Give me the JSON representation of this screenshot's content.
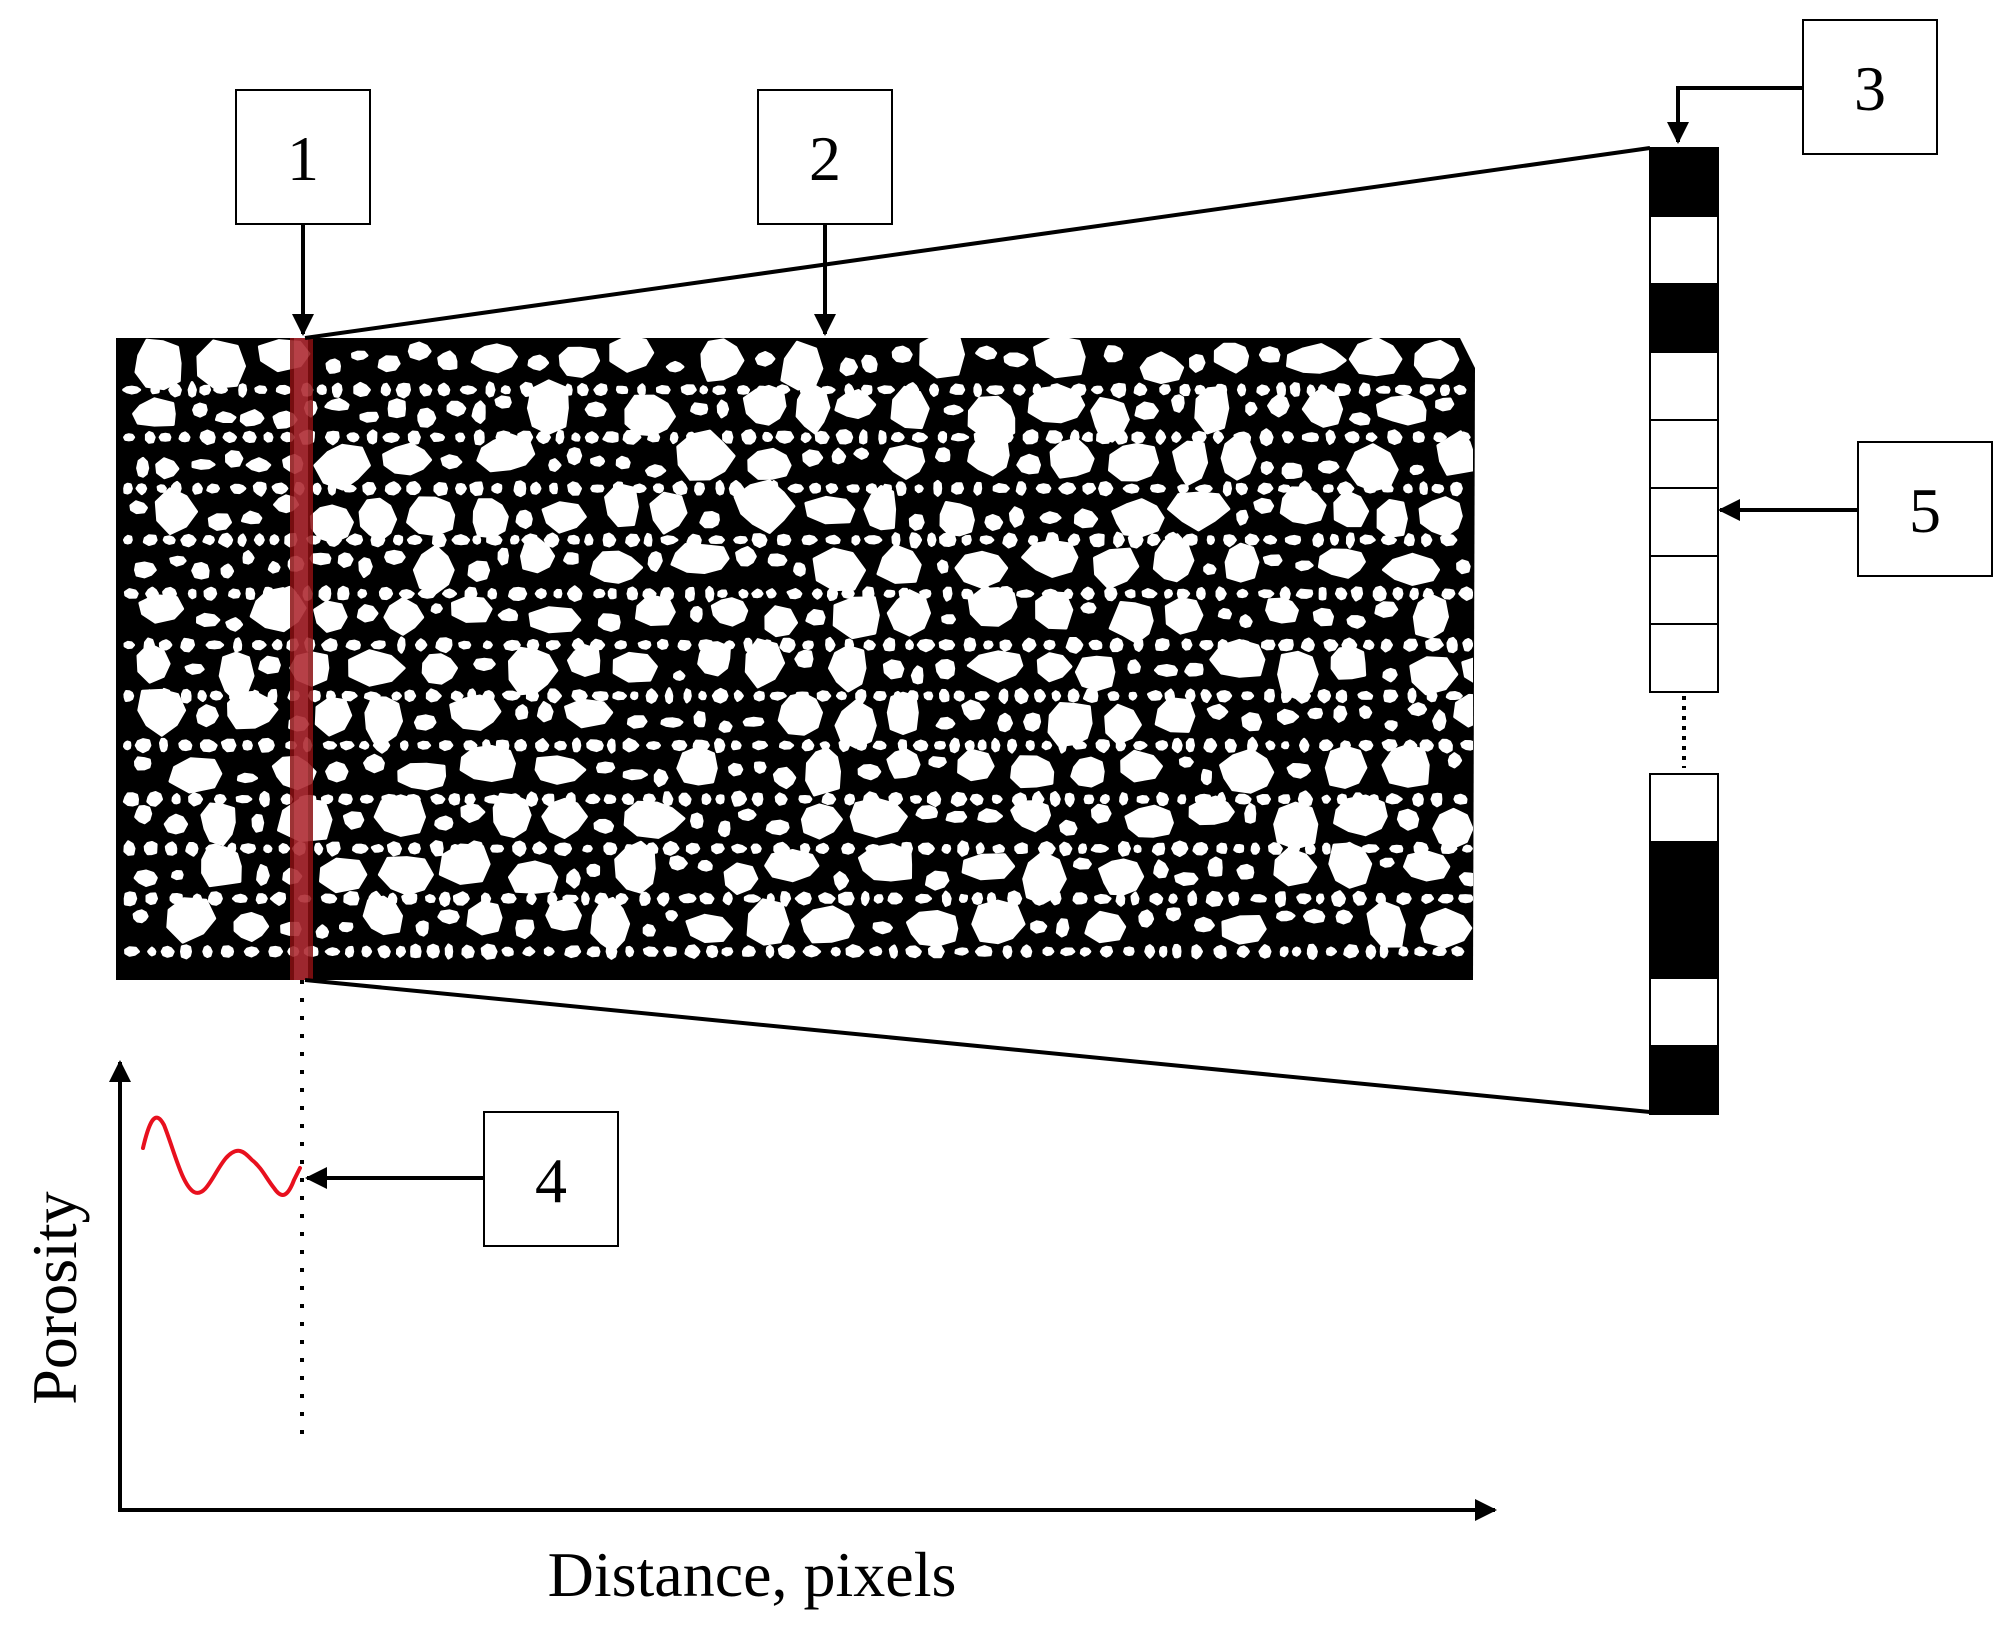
{
  "callouts": [
    {
      "id": "1",
      "label": "1"
    },
    {
      "id": "2",
      "label": "2"
    },
    {
      "id": "3",
      "label": "3"
    },
    {
      "id": "4",
      "label": "4"
    },
    {
      "id": "5",
      "label": "5"
    }
  ],
  "plot": {
    "xlabel": "Distance, pixels",
    "ylabel": "Porosity",
    "curve_color": "#e8101e"
  },
  "colors": {
    "ink": "#000000",
    "scan_line": "#8b0f12",
    "pore": "#ffffff"
  },
  "strip_cells": [
    "black",
    "white",
    "black",
    "white",
    "white",
    "white",
    "white",
    "white",
    "white",
    "black",
    "black",
    "white",
    "black"
  ]
}
